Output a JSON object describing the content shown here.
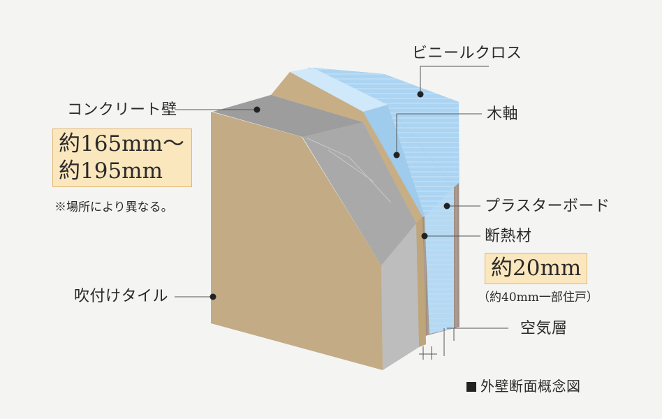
{
  "labels": {
    "vinyl_cloth": "ビニールクロス",
    "wood_frame": "木軸",
    "plaster_board": "プラスターボード",
    "insulation": "断熱材",
    "insulation_thickness": "約20mm",
    "insulation_note": "（約40mm一部住戸）",
    "concrete_wall": "コンクリート壁",
    "concrete_thickness_1": "約165mm～",
    "concrete_thickness_2": "約195mm",
    "concrete_note": "※場所により異なる。",
    "spray_tile": "吹付けタイル",
    "air_layer": "空気層"
  },
  "caption": "外壁断面概念図",
  "colors": {
    "tile": "#c4ad87",
    "concrete_top": "#a4a4a4",
    "concrete_side": "#b6b6b6",
    "insulation": "#cbb186",
    "plasterboard": "#a9d3f1",
    "vinyl_cloth": "#a8998f",
    "highlight_box": "#fbe7bd"
  }
}
